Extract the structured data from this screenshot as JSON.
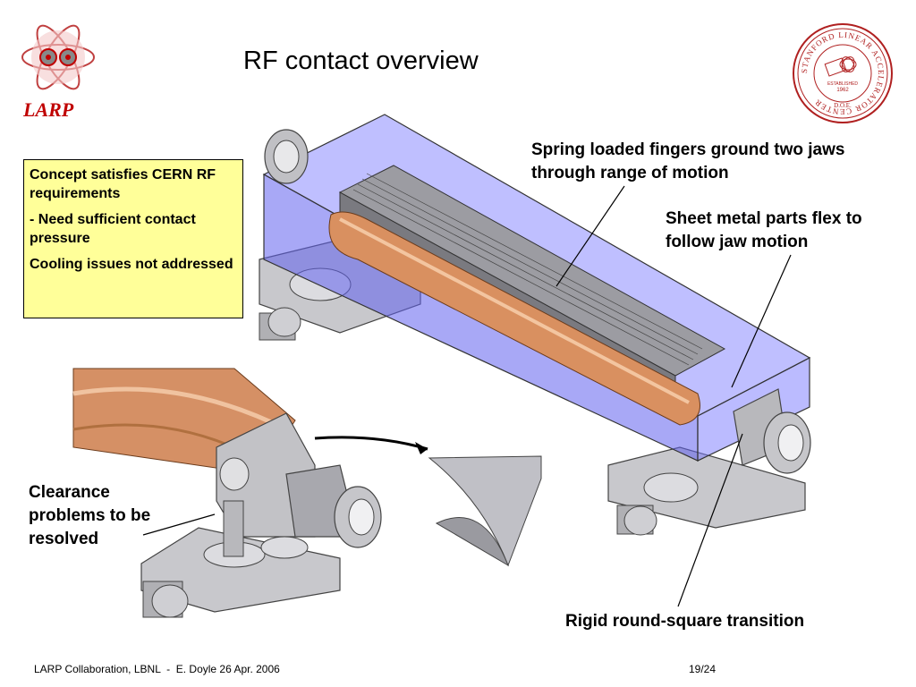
{
  "slide": {
    "title": "RF contact overview",
    "logo_text": "LARP",
    "concept_box": {
      "line1": "Concept satisfies CERN RF requirements",
      "line2": "- Need sufficient contact pressure",
      "line3": "Cooling issues not addressed"
    },
    "callouts": {
      "spring": "Spring loaded fingers ground two jaws through range of motion",
      "sheet": "Sheet metal parts flex to follow jaw motion",
      "clearance": "Clearance problems to be resolved",
      "rigid": "Rigid round-square transition"
    },
    "footer": {
      "left": "LARP Collaboration, LBNL  -  E. Doyle 26 Apr. 2006",
      "page": "19/24"
    },
    "seal": {
      "ring_text": "STANFORD LINEAR ACCELERATOR CENTER",
      "established": "ESTABLISHED",
      "year": "1962",
      "doe": "D.O.E."
    }
  },
  "colors": {
    "larp_red": "#c00000",
    "concept_bg": "#ffff99",
    "vacuum_box": "#7070ff",
    "copper": "#d99060",
    "steel": "#a8a8ae",
    "seal_red": "#b02020"
  }
}
